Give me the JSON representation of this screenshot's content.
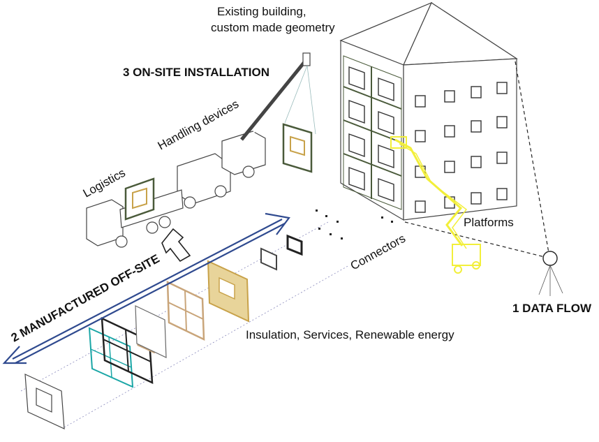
{
  "labels": {
    "existing_building_line1": "Existing building,",
    "existing_building_line2": "custom made geometry",
    "onsite": "3 ON-SITE INSTALLATION",
    "handling": "Handling devices",
    "logistics": "Logistics",
    "platforms": "Platforms",
    "connectors": "Connectors",
    "offsite": "2 MANUFACTURED OFF-SITE",
    "insulation": "Insulation, Services, Renewable energy",
    "dataflow": "1 DATA FLOW"
  },
  "colors": {
    "arrow_blue": "#2f4a8f",
    "platform_yellow": "#f2ef3a",
    "frame_teal": "#1aa6a6",
    "insulation_tan": "#c8a24a",
    "timber": "#c9a57a",
    "facade_green": "#4a5a3a"
  }
}
